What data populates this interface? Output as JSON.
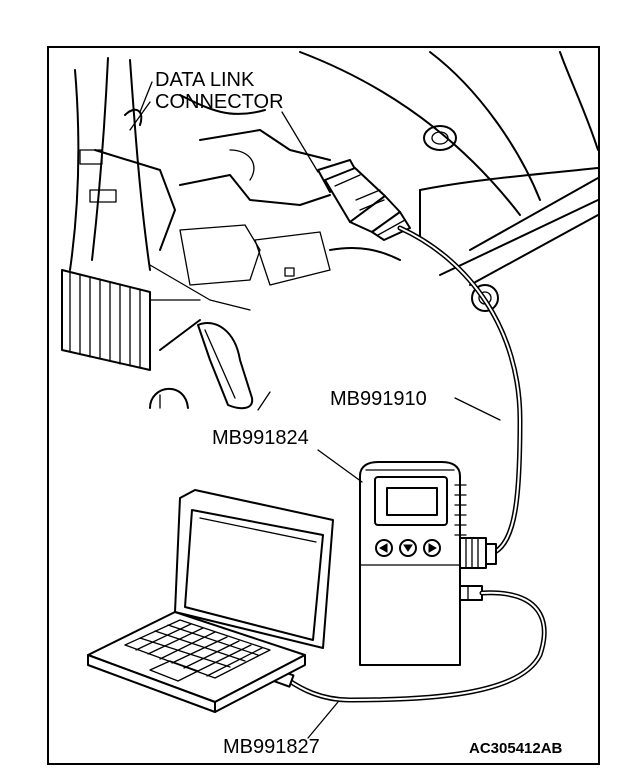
{
  "labels": {
    "data_link_connector_line1": "DATA LINK",
    "data_link_connector_line2": "CONNECTOR",
    "cable_mb991910": "MB991910",
    "tester_mb991824": "MB991824",
    "cable_mb991827": "MB991827",
    "figure_code": "AC305412AB"
  },
  "icons": [
    "car-interior-illustration",
    "data-link-connector-icon",
    "scan-tool-icon",
    "laptop-icon",
    "usb-cable-icon"
  ]
}
